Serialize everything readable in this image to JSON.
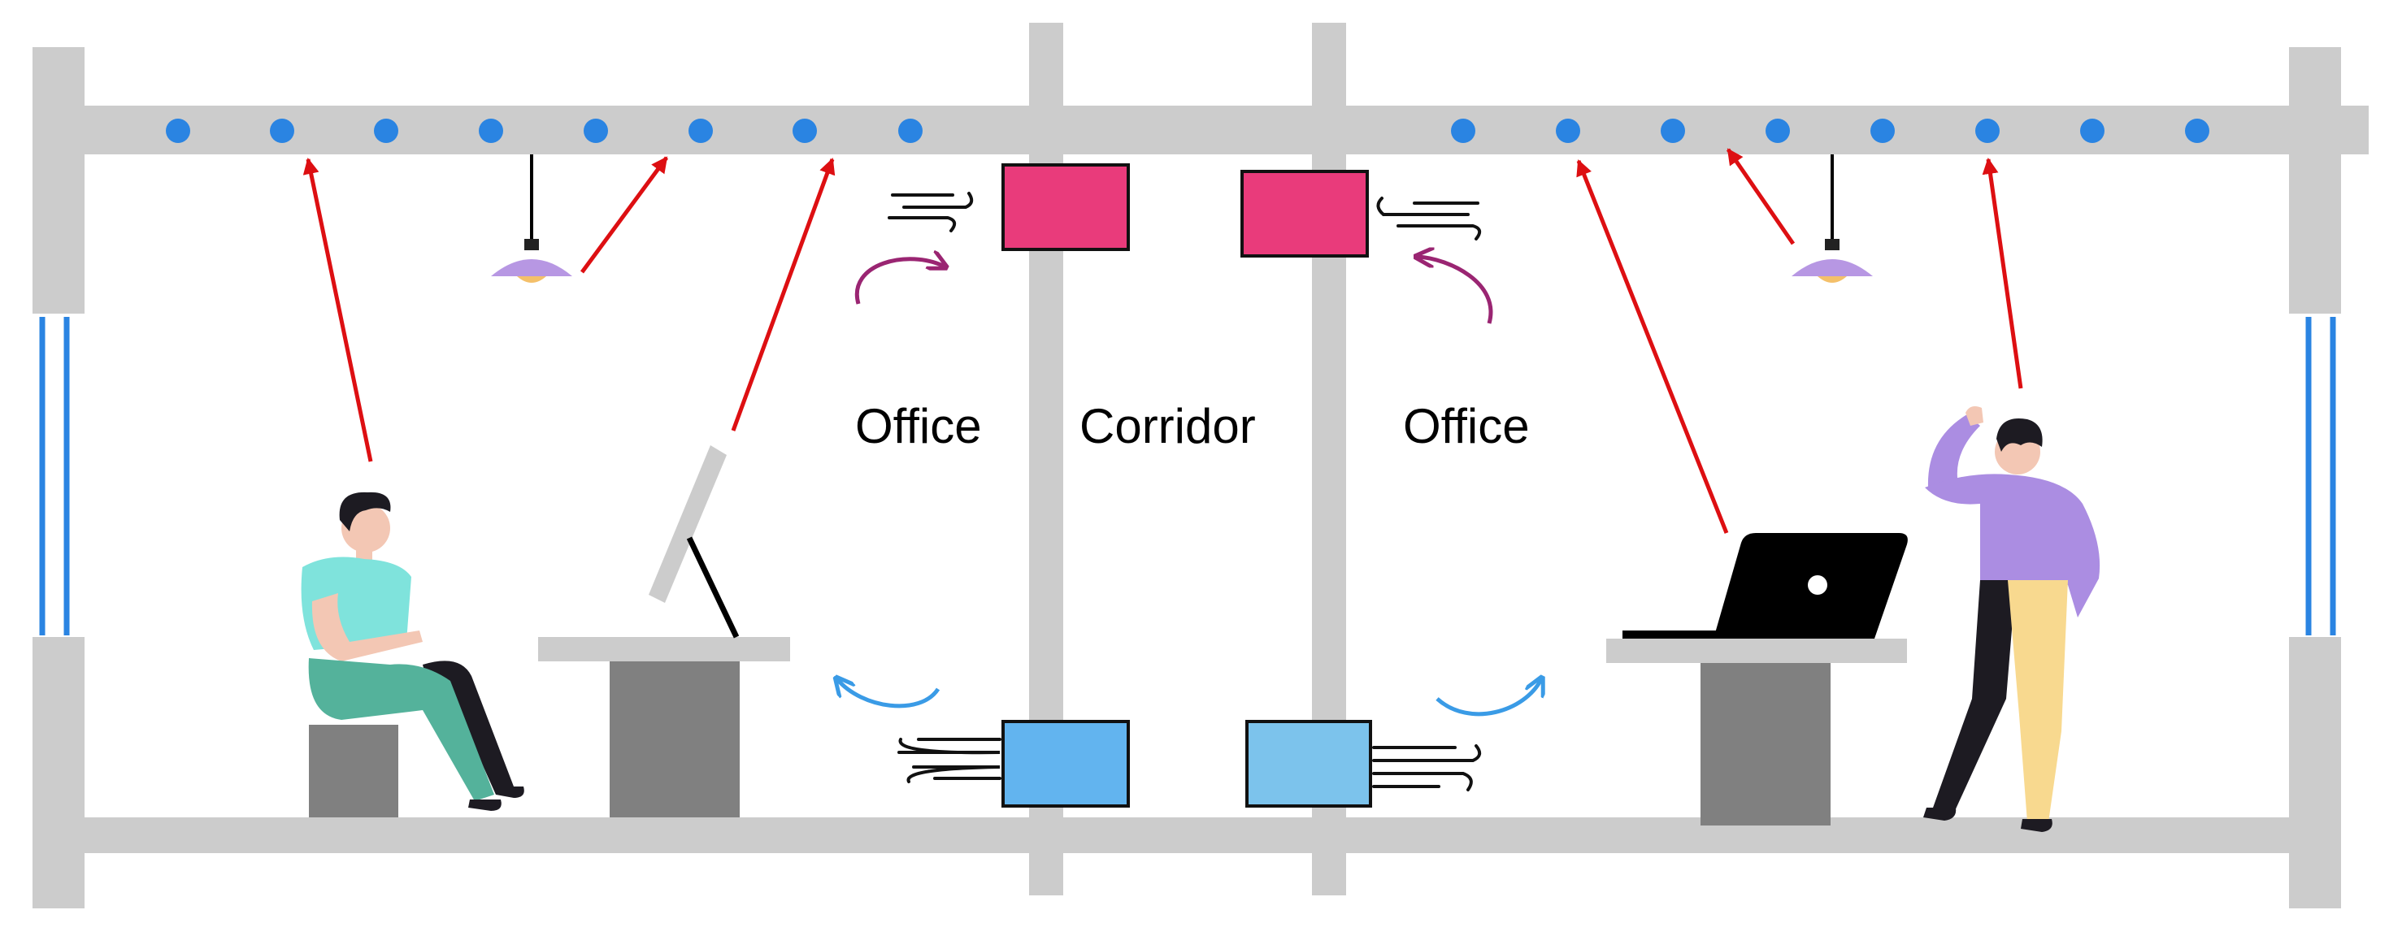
{
  "labels": {
    "office_left": "Office",
    "corridor": "Corridor",
    "office_right": "Office"
  },
  "colors": {
    "structure": "#cccccc",
    "ceiling_dot": "#2a84e2",
    "ray_arrow": "#dd0f12",
    "supply_diffuser": "#e93b7b",
    "return_diffuser": "#62b4ef",
    "supply_return_curl": "#9a2572",
    "airflow_curl": "#3a9be6",
    "window_glass": "#2a84e2",
    "furniture": "#808080",
    "lamp_shade": "#b797e3",
    "lamp_light": "#f4c06a",
    "person_left_shirt": "#7fe3dc",
    "person_left_pants": "#54b29b",
    "person_right_shirt": "#ab8de2",
    "person_right_pants": "#f8d98f",
    "skin": "#f3c7b4",
    "hair": "#1d1b22"
  },
  "icons": {
    "occupant_left": "seated-person-icon",
    "occupant_right": "standing-person-icon",
    "monitor": "desktop-monitor-icon",
    "laptop": "laptop-icon",
    "lamp": "pendant-lamp-icon",
    "wind": "airflow-wind-icon",
    "sensor": "ceiling-sensor-icon"
  }
}
